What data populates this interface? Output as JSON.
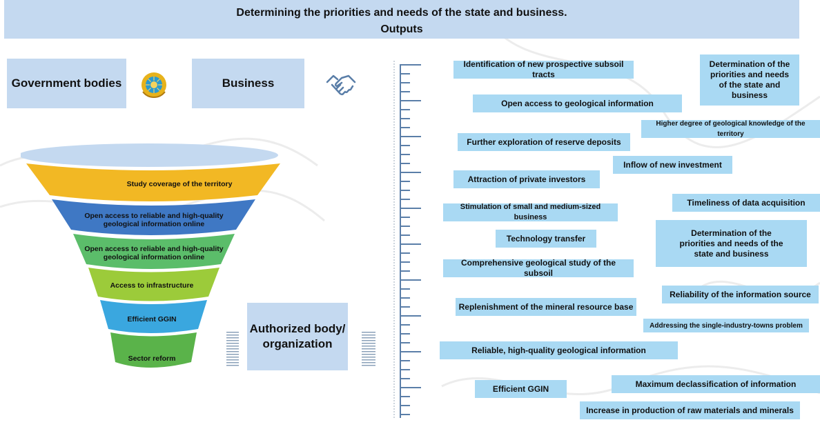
{
  "header": {
    "title_line1": "Determining the priorities and needs of the state and business.",
    "title_line2": "Outputs"
  },
  "actors": {
    "government": "Government bodies",
    "business": "Business",
    "authorized": "Authorized body/ organization"
  },
  "funnel": {
    "levels": [
      {
        "label": "Study coverage of the territory",
        "color": "#f2b824"
      },
      {
        "label": "Open access to reliable and high-quality geological information online",
        "color": "#3f78c4"
      },
      {
        "label": "Open access to reliable and high-quality geological information online",
        "color": "#5bbd6a"
      },
      {
        "label": "Access to infrastructure",
        "color": "#9ccb3a"
      },
      {
        "label": "Efficient GGIN",
        "color": "#3aa7df"
      },
      {
        "label": "Sector reform",
        "color": "#5ab34a"
      }
    ]
  },
  "outputs": {
    "items": [
      "Identification of new prospective subsoil tracts",
      "Determination of the priorities and needs of the state and business",
      "Open access to geological information",
      "Higher degree of geological knowledge of the territory",
      "Further exploration of reserve deposits",
      "Inflow of new investment",
      "Attraction of private investors",
      "Timeliness of data acquisition",
      "Stimulation of small and medium-sized business",
      "Determination of the priorities and needs of the state and business",
      "Technology transfer",
      "Comprehensive geological study of the subsoil",
      "Reliability of the information source",
      "Replenishment of the mineral resource base",
      "Addressing the single-industry-towns problem",
      "Reliable, high-quality geological information",
      "Efficient GGIN",
      "Maximum declassification of information",
      "Increase in production of raw materials and minerals"
    ]
  },
  "colors": {
    "header_bg": "#c4d9f0",
    "output_bg": "#a9d9f3",
    "ruler": "#5a7ea8"
  },
  "icons": [
    "kazakhstan-emblem-icon",
    "handshake-icon"
  ]
}
